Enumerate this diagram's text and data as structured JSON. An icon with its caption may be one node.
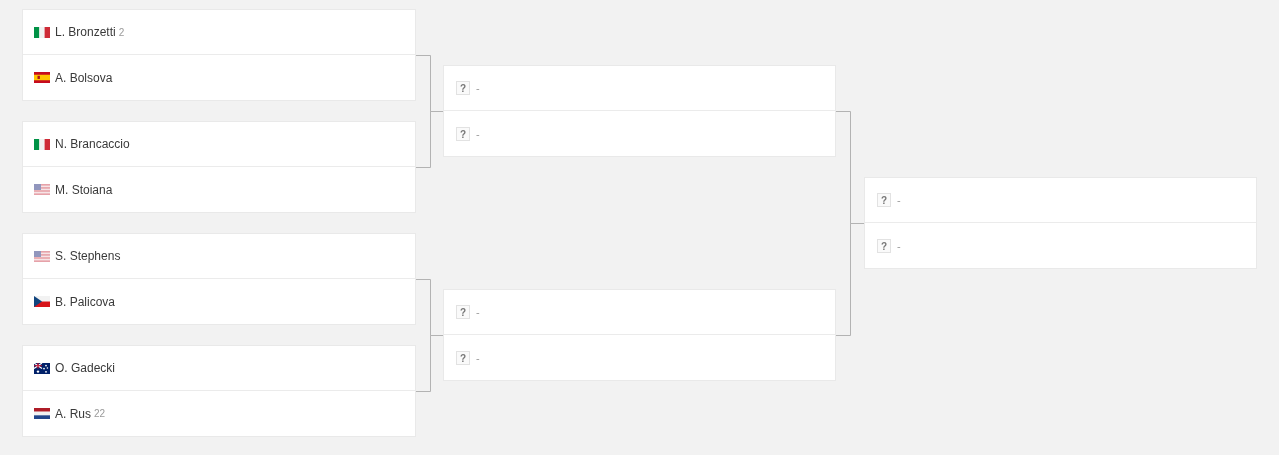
{
  "diagram": {
    "nodes": [
      {
        "text": [],
        "shape": "box"
      },
      {
        "text": [
          "L. Bronzetti",
          "2"
        ],
        "in": 0
      },
      {
        "text": [
          "A. Bolsova"
        ],
        "in": 0
      },
      {
        "text": [],
        "shape": "box"
      },
      {
        "text": [
          "N. Brancaccio"
        ],
        "in": 3
      },
      {
        "text": [
          "M. Stoiana"
        ],
        "in": 3
      },
      {
        "text": [],
        "shape": "box"
      },
      {
        "text": [
          "S. Stephens"
        ],
        "in": 6
      },
      {
        "text": [
          "B. Palicova"
        ],
        "in": 6
      },
      {
        "text": [],
        "shape": "box"
      },
      {
        "text": [
          "O. Gadecki"
        ],
        "in": 9
      },
      {
        "text": [
          "A. Rus",
          "22"
        ],
        "in": 9
      },
      {
        "text": [],
        "shape": "box"
      },
      {
        "text": [
          "?",
          "-"
        ],
        "in": 12
      },
      {
        "text": [
          "?",
          "-"
        ],
        "in": 12
      },
      {
        "text": [],
        "shape": "box"
      },
      {
        "text": [
          "?",
          "-"
        ],
        "in": 15
      },
      {
        "text": [
          "?",
          "-"
        ],
        "in": 15
      },
      {
        "text": [],
        "shape": "box"
      },
      {
        "text": [
          "?",
          "-"
        ],
        "in": 18
      },
      {
        "text": [
          "?",
          "-"
        ],
        "in": 18
      }
    ],
    "edges": [
      {
        "from": 0,
        "to": 12,
        "arrow": "none"
      },
      {
        "from": 3,
        "to": 12,
        "arrow": "none"
      },
      {
        "from": 6,
        "to": 15,
        "arrow": "none"
      },
      {
        "from": 9,
        "to": 15,
        "arrow": "none"
      },
      {
        "from": 12,
        "to": 18,
        "arrow": "none"
      },
      {
        "from": 15,
        "to": 18,
        "arrow": "none"
      }
    ]
  }
}
